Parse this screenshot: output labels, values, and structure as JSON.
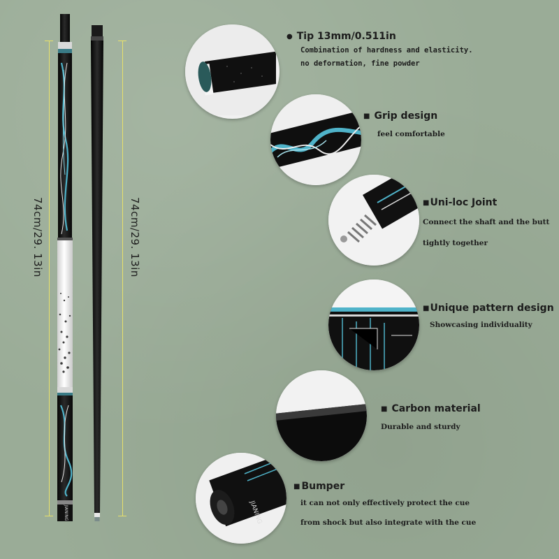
{
  "colors": {
    "background": "#9aac97",
    "dimension_line": "#e8e16a",
    "accent_teal": "#4fb3c9",
    "cue_black": "#151515",
    "cue_white": "#f2f2f2"
  },
  "dimensions": {
    "butt_length": "74cm/29. 13in",
    "shaft_length": "74cm/29. 13in"
  },
  "features": [
    {
      "title": "Tip 13mm/0.511in",
      "lines": [
        "Combination of hardness and elasticity.",
        "no deformation, fine powder"
      ],
      "icon": "cue-tip-icon"
    },
    {
      "title": "Grip design",
      "lines": [
        "feel comfortable"
      ],
      "icon": "grip-icon"
    },
    {
      "title": "Uni-loc Joint",
      "lines": [
        "Connect the shaft and the butt",
        "tightly together"
      ],
      "icon": "joint-pin-icon"
    },
    {
      "title": "Unique pattern design",
      "lines": [
        "Showcasing individuality"
      ],
      "icon": "pattern-icon"
    },
    {
      "title": "Carbon material",
      "lines": [
        "Durable and sturdy"
      ],
      "icon": "carbon-shaft-icon"
    },
    {
      "title": "Bumper",
      "lines": [
        "it can not only effectively protect the cue",
        "from shock but also integrate with the cue"
      ],
      "icon": "bumper-icon"
    }
  ],
  "branding": {
    "butt_text": "JIANING",
    "bumper_text": "JIANING"
  }
}
